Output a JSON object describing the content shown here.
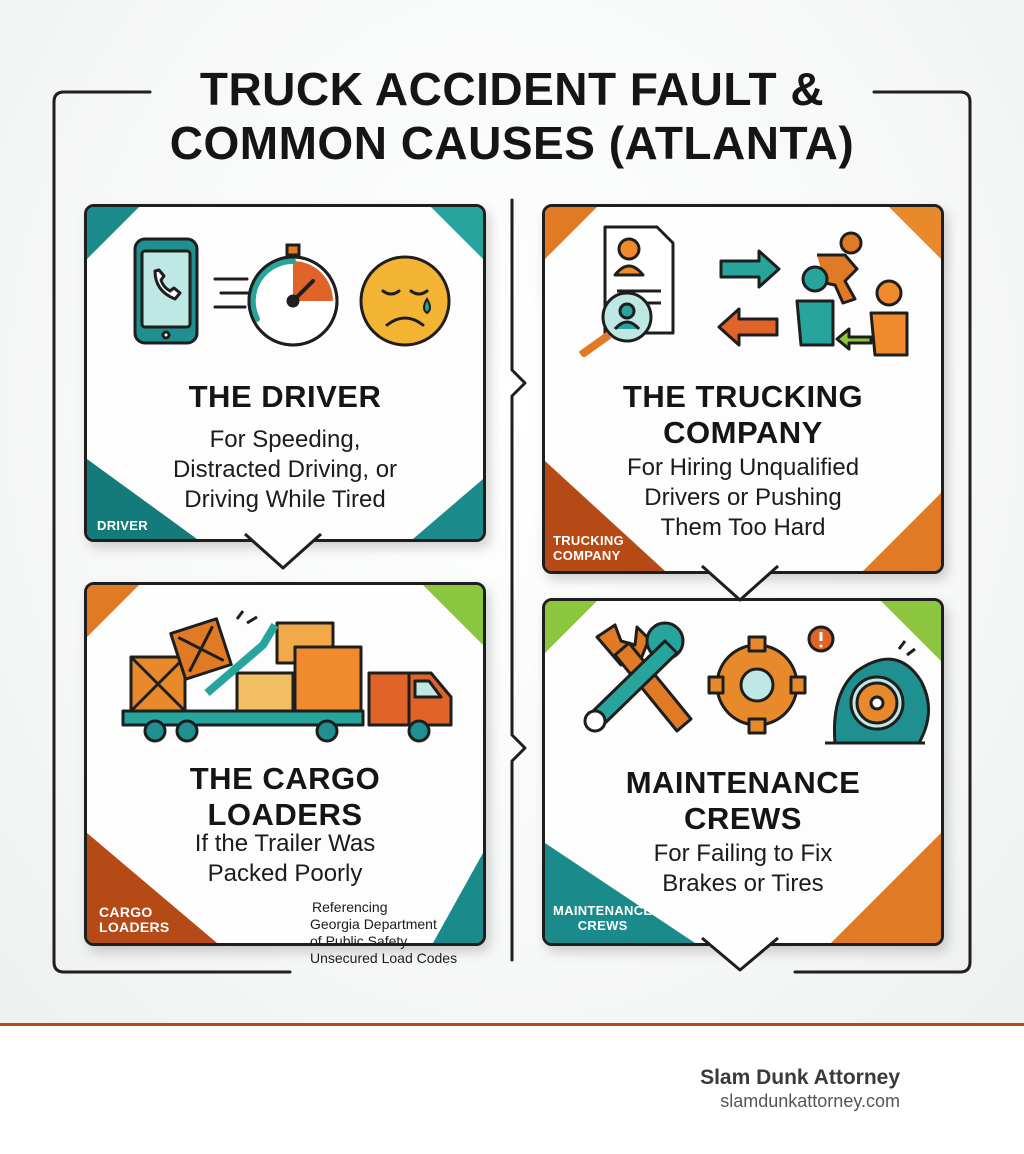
{
  "title": {
    "line1": "TRUCK ACCIDENT FAULT &",
    "line2": "COMMON CAUSES (ATLANTA)"
  },
  "cards": {
    "driver": {
      "title": "THE DRIVER",
      "lines": [
        "For Speeding,",
        "Distracted Driving, or",
        "Driving While Tired"
      ],
      "tag": "DRIVER",
      "icons": [
        "phone-icon",
        "stopwatch-icon",
        "tired-face-icon"
      ]
    },
    "company": {
      "title_lines": [
        "THE TRUCKING",
        "COMPANY"
      ],
      "lines": [
        "For Hiring Unqualified",
        "Drivers or Pushing",
        "Them Too Hard"
      ],
      "tag_lines": [
        "TRUCKING",
        "COMPANY"
      ],
      "icons": [
        "resume-search-icon",
        "swap-arrows-icon",
        "people-pushing-icon"
      ]
    },
    "cargo": {
      "title_lines": [
        "THE CARGO",
        "LOADERS"
      ],
      "lines": [
        "If the Trailer Was",
        "Packed Poorly"
      ],
      "tag_lines": [
        "CARGO",
        "LOADERS"
      ],
      "icons": [
        "overloaded-truck-icon"
      ]
    },
    "maintenance": {
      "title_lines": [
        "MAINTENANCE",
        "CREWS"
      ],
      "lines": [
        "For Failing to Fix",
        "Brakes or Tires"
      ],
      "tag_lines": [
        "MAINTENANCE",
        "CREWS"
      ],
      "icons": [
        "wrenches-icon",
        "gear-icon",
        "flat-tire-icon"
      ]
    }
  },
  "note": {
    "lines": [
      "Referencing",
      "Georgia Department",
      "of Public Safety",
      "Unsecured Load Codes"
    ]
  },
  "footer": {
    "brand": "Slam Dunk Attorney",
    "url": "slamdunkattorney.com"
  },
  "colors": {
    "teal": "#1a8a8a",
    "orange": "#e07a24",
    "rust": "#b54a16",
    "lime": "#8cc63f",
    "ink": "#1e1e1e"
  }
}
